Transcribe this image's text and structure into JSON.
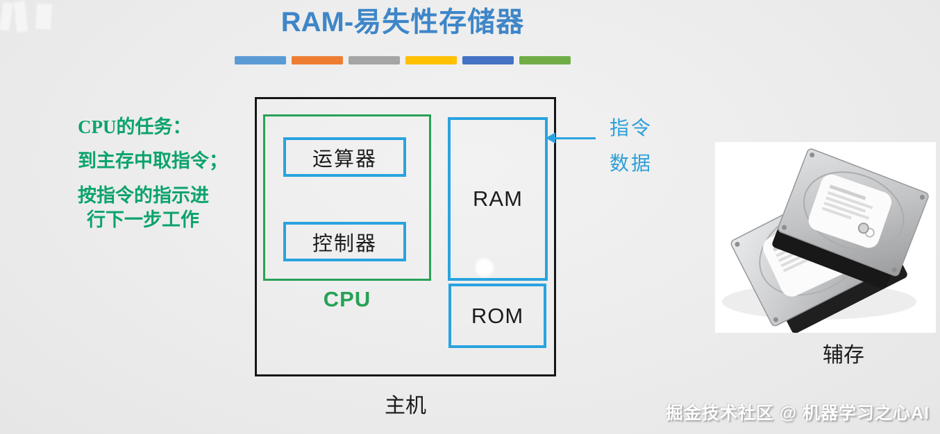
{
  "title": {
    "prefix": "RAM-",
    "suffix": "易失性存储器"
  },
  "divider_colors": [
    "#5B9BD5",
    "#ED7D31",
    "#A5A5A5",
    "#FFC000",
    "#4472C4",
    "#70AD47"
  ],
  "cpu_task": {
    "lines": [
      "CPU的任务：",
      "到主存中取指令；",
      "按指令的指示进",
      "行下一步工作"
    ]
  },
  "diagram": {
    "host_label": "主机",
    "cpu_label": "CPU",
    "alu_label": "运算器",
    "cu_label": "控制器",
    "ram_label": "RAM",
    "rom_label": "ROM",
    "arrow_label_instruction": "指令",
    "arrow_label_data": "数据"
  },
  "photo_caption": "辅存",
  "watermark": "掘金技术社区 @ 机器学习之心AI",
  "colors": {
    "title_blue": "#3E86C8",
    "box_blue": "#29A3DF",
    "box_green": "#27A156",
    "note_green": "#0BA36C",
    "label_blue": "#2C9FD9",
    "outline_black": "#161616"
  }
}
